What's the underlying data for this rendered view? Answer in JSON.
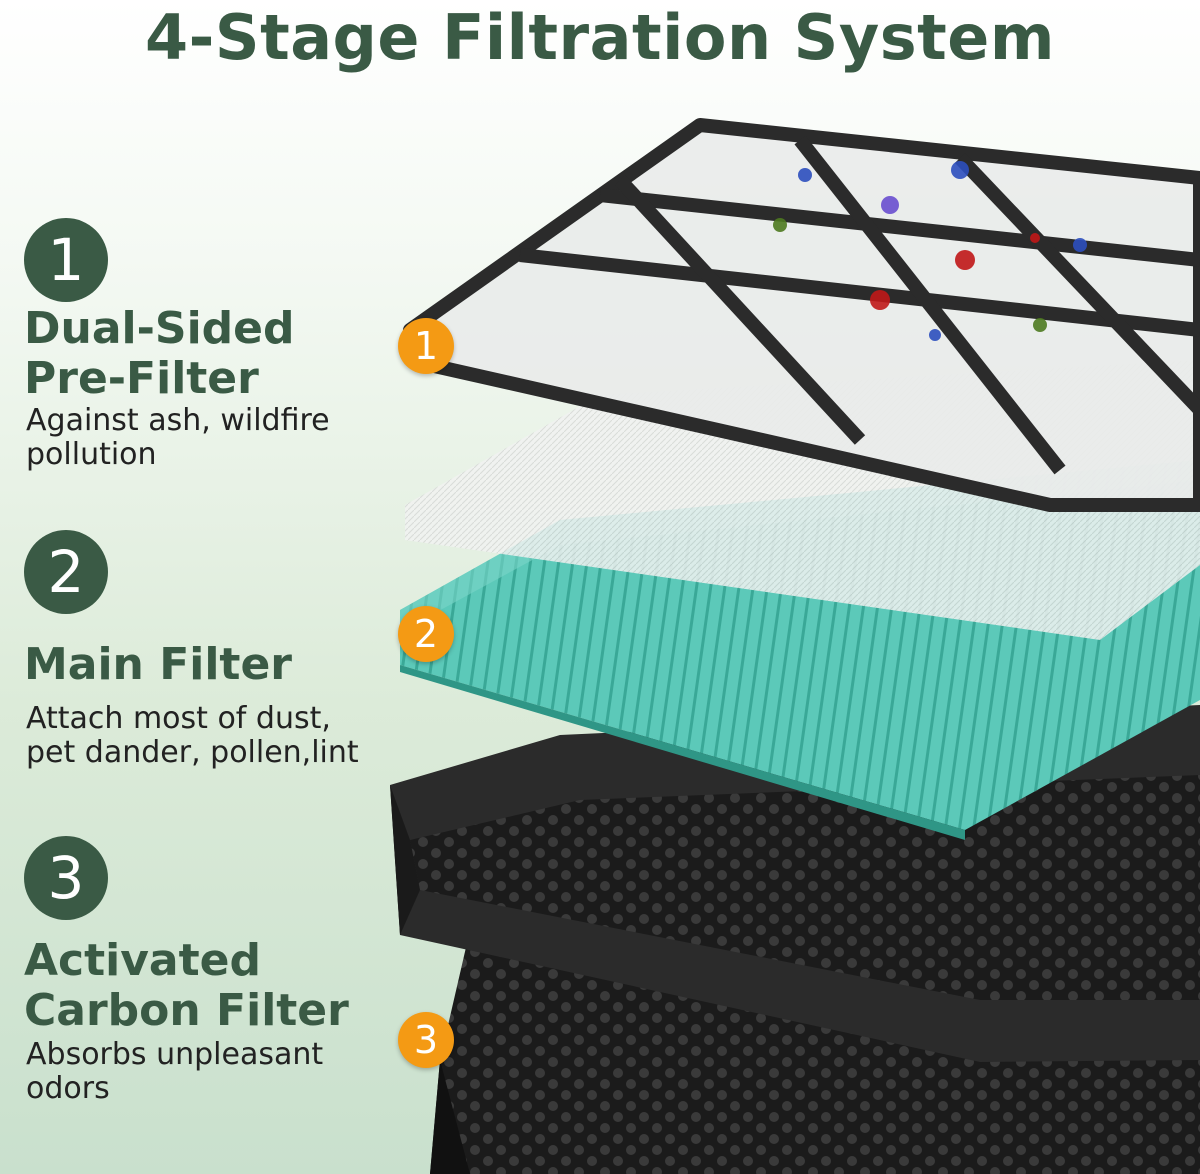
{
  "title": "4-Stage Filtration System",
  "colors": {
    "brand_green": "#3a5a45",
    "badge_orange": "#f49a14",
    "main_filter_teal": "#4fc2b2",
    "frame_dark": "#2b2b2b"
  },
  "stages": [
    {
      "number": "1",
      "title": "Dual-Sided\nPre-Filter",
      "description": "Against ash, wildfire\npollution"
    },
    {
      "number": "2",
      "title": "Main Filter",
      "description": "Attach most of dust,\npet dander, pollen,lint"
    },
    {
      "number": "3",
      "title": "Activated\nCarbon Filter",
      "description": "Absorbs unpleasant\nodors"
    }
  ],
  "layer_badges": [
    "1",
    "2",
    "3"
  ]
}
